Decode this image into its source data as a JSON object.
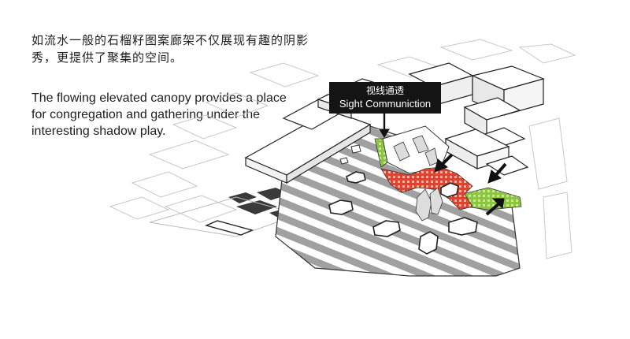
{
  "caption": {
    "chinese": "如流水一般的石榴籽图案廊架不仅展现有趣的阴影秀，更提供了聚集的空间。",
    "english": "The flowing elevated canopy provides a place for congregation and gathering under the interesting shadow play."
  },
  "callout": {
    "chinese": "视线通透",
    "english": "Sight Communiction"
  },
  "colors": {
    "canopy_red": "#d9452f",
    "canopy_green": "#8cc63f",
    "plaza_stripe": "#9a9a9a",
    "dark_block": "#3a3a3a"
  }
}
